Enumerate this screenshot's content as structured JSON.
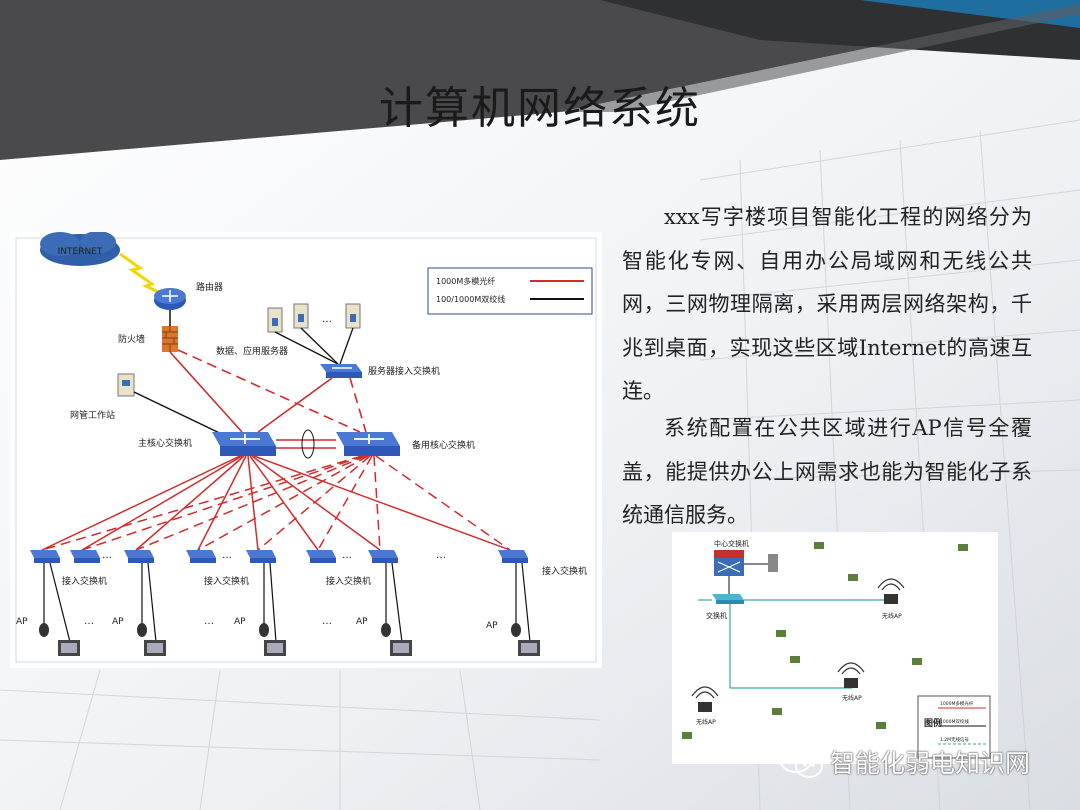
{
  "slide": {
    "title": "计算机网络系统",
    "paragraph1": "xxx写字楼项目智能化工程的网络分为智能化专网、自用办公局域网和无线公共网，三网物理隔离，采用两层网络架构，千兆到桌面，实现这些区域Internet的高速互连。",
    "paragraph2": "系统配置在公共区域进行AP信号全覆盖，能提供办公上网需求也能为智能化子系统通信服务。"
  },
  "network_diagram": {
    "internet": "INTERNET",
    "router": "路由器",
    "firewall": "防火墙",
    "servers": "数据、应用服务器",
    "server_switch": "服务器接入交换机",
    "workstation": "网管工作站",
    "core_switch": "主核心交换机",
    "backup_core_switch": "备用核心交换机",
    "access_switch": "接入交换机",
    "ap": "AP",
    "ellipsis": "…",
    "legend_fiber": "1000M多模光纤",
    "legend_twisted": "100/1000M双绞线",
    "colors": {
      "fiber": "#d42a2a",
      "twisted": "#111111",
      "switch": "#2e58b8"
    }
  },
  "wifi_diagram": {
    "center_switch": "中心交换机",
    "switch": "交换机",
    "ap_label": "无线AP",
    "legend_title": "图例",
    "legend_items": [
      "1000M多模光纤",
      "1000M双绞线",
      "1.2M无线信号"
    ]
  },
  "watermark": {
    "text": "智能化弱电知识网",
    "icon": "wechat-icon"
  }
}
